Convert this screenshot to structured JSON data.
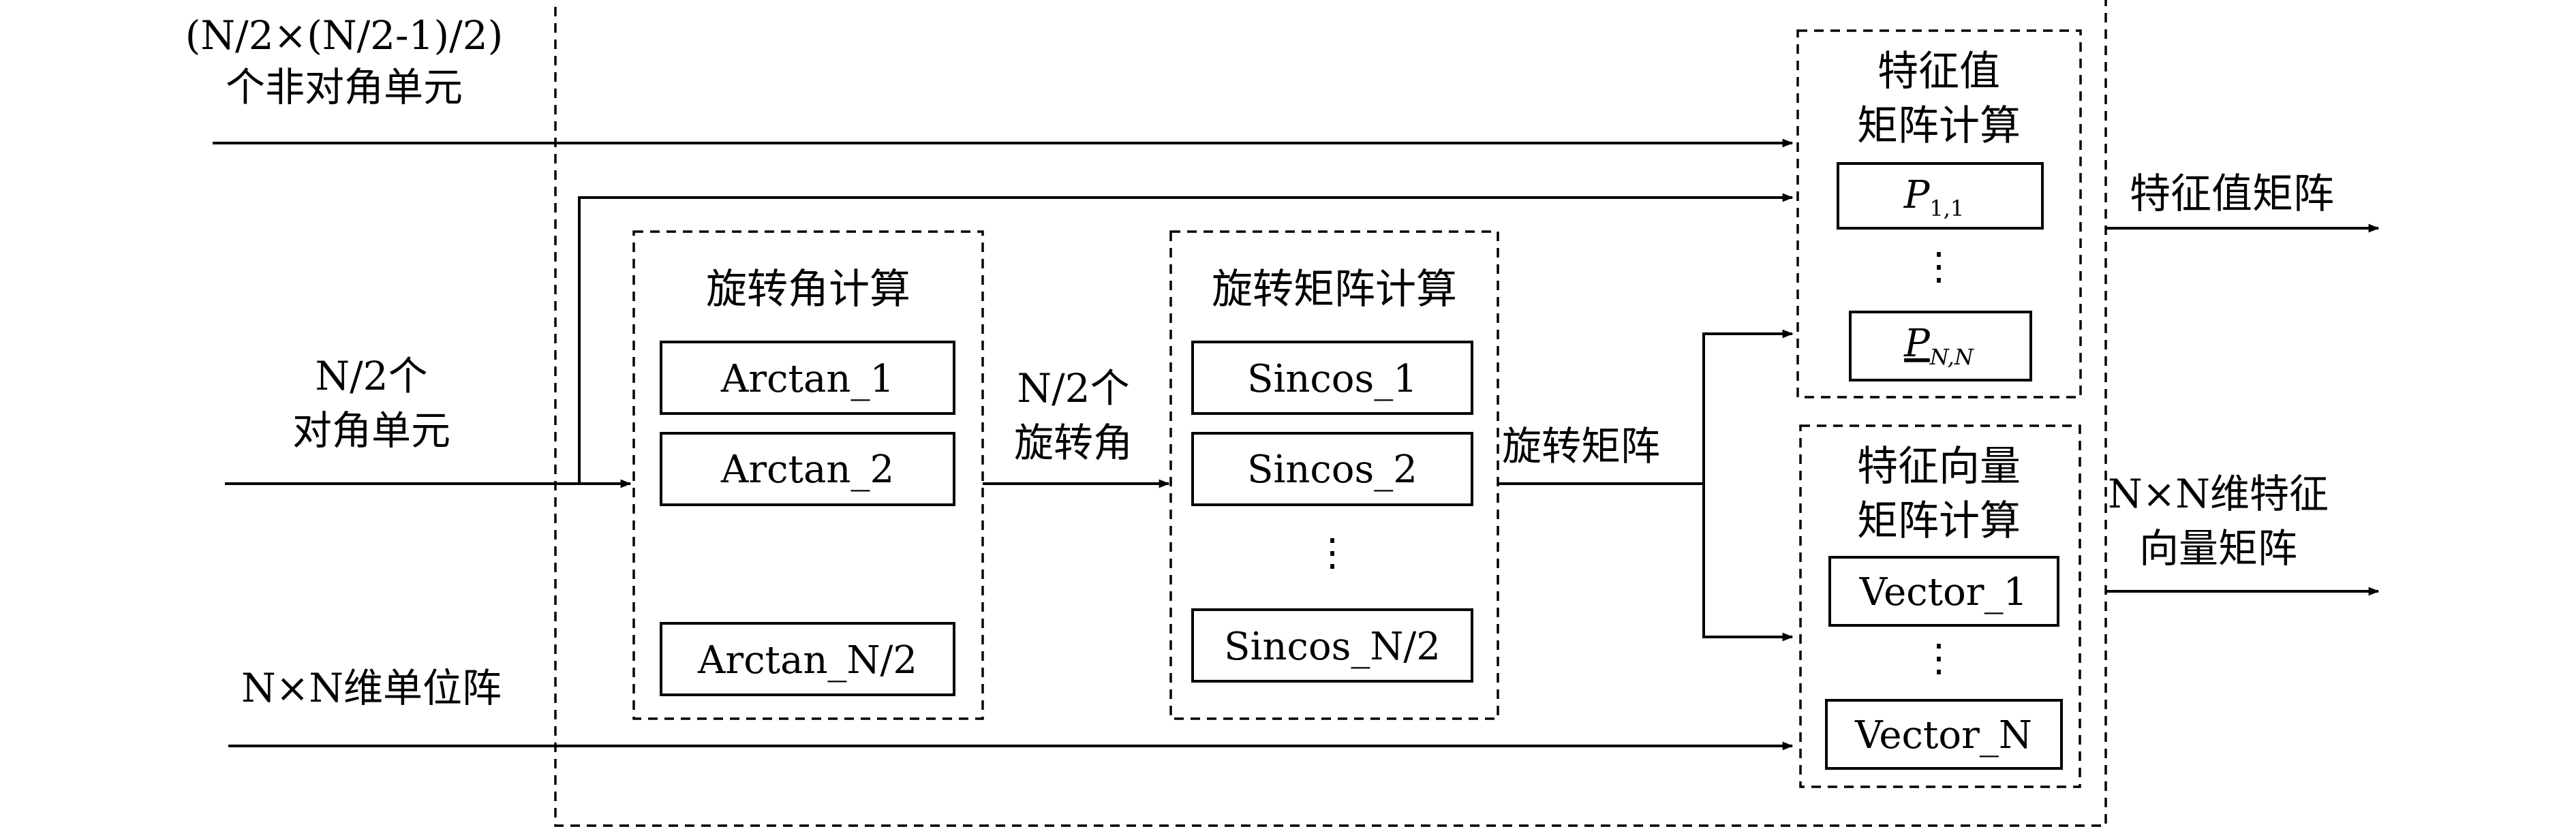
{
  "inputs": {
    "offdiag_line1": "(N/2×(N/2-1)/2)",
    "offdiag_line2": "个非对角单元",
    "diag_count": "N/2个",
    "diag_name": "对角单元",
    "identity": "N×N维单位阵"
  },
  "blocks": {
    "angle_calc": {
      "title": "旋转角计算",
      "units": [
        "Arctan_1",
        "Arctan_2",
        "Arctan_N/2"
      ]
    },
    "rotation_matrix": {
      "title": "旋转矩阵计算",
      "units": [
        "Sincos_1",
        "Sincos_2",
        "Sincos_N/2"
      ],
      "ellipsis": "⋮"
    },
    "eigenvalue_calc": {
      "title_line1": "特征值",
      "title_line2": "矩阵计算",
      "p_first": "P",
      "p_first_sub": "1,1",
      "p_last": "P",
      "p_last_sub": "N,N",
      "ellipsis": "⋮"
    },
    "eigenvector_calc": {
      "title_line1": "特征向量",
      "title_line2": "矩阵计算",
      "units": [
        "Vector_1",
        "Vector_N"
      ],
      "ellipsis": "⋮"
    }
  },
  "signals": {
    "angles_count": "N/2个",
    "angles_name": "旋转角",
    "rotation_matrix": "旋转矩阵"
  },
  "outputs": {
    "eigenvalue_matrix": "特征值矩阵",
    "eigenvector_line1": "N×N维特征",
    "eigenvector_line2": "向量矩阵"
  }
}
